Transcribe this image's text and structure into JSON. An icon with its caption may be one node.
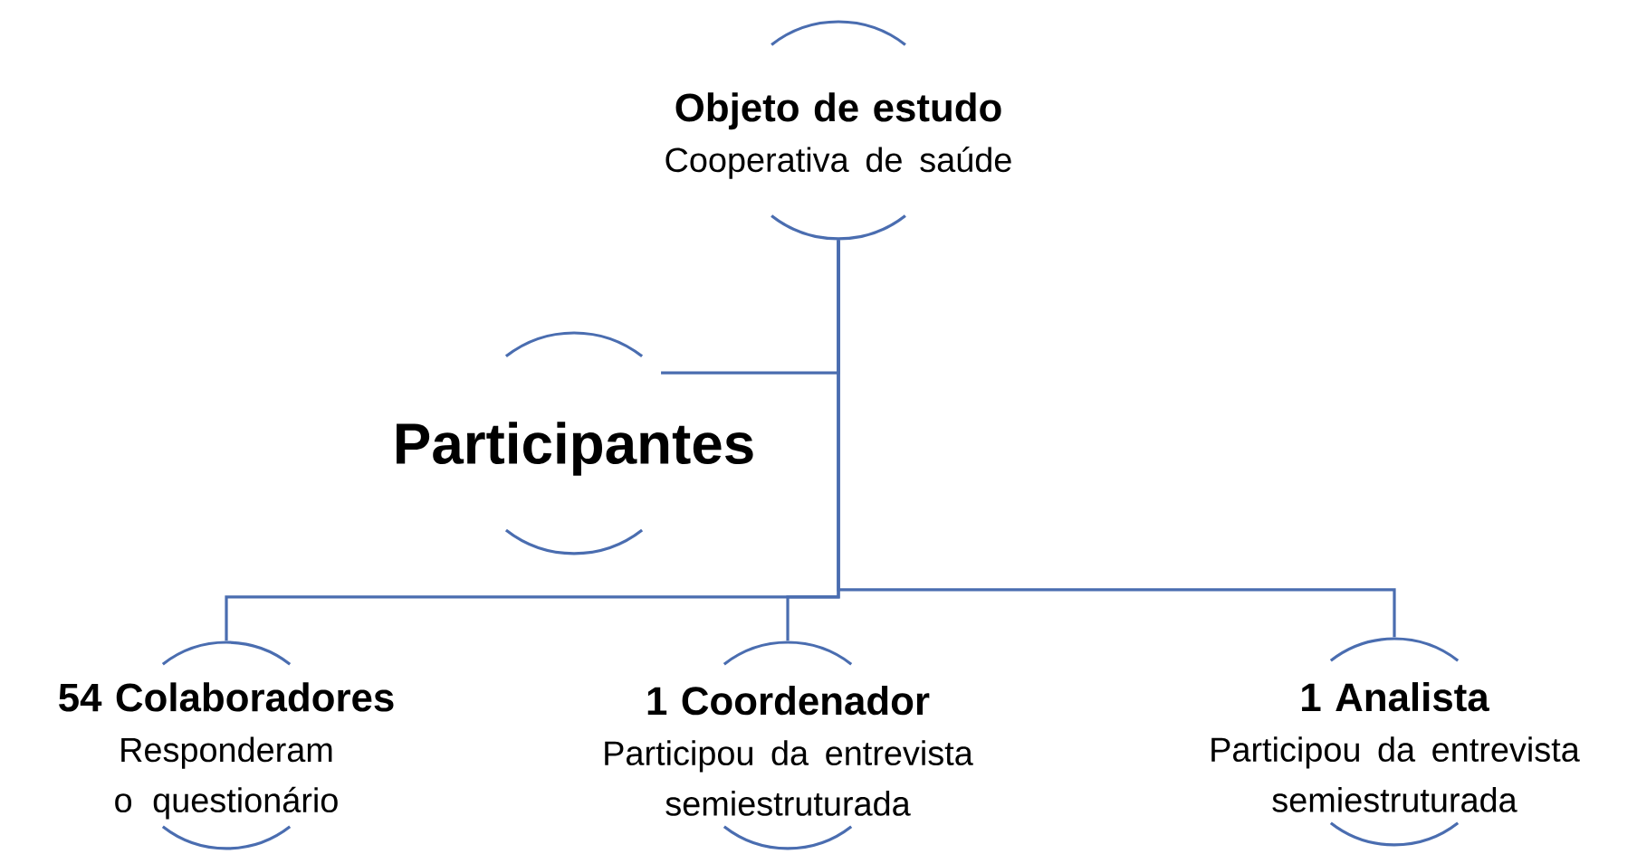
{
  "diagram": {
    "nodes": [
      {
        "text": [
          "Objeto de estudo",
          "Cooperativa de saúde"
        ]
      },
      {
        "text": [
          "Participantes"
        ]
      },
      {
        "text": [
          "54 Colaboradores",
          "Responderam o questionário"
        ]
      },
      {
        "text": [
          "1 Coordenador",
          "Participou da entrevista semiestruturada"
        ]
      },
      {
        "text": [
          "1 Analista",
          "Participou da entrevista semiestruturada"
        ]
      }
    ],
    "edges": [
      {
        "from": 0,
        "to": 1,
        "arrow": "none"
      },
      {
        "from": 0,
        "to": 2,
        "arrow": "none"
      },
      {
        "from": 0,
        "to": 3,
        "arrow": "none"
      },
      {
        "from": 0,
        "to": 4,
        "arrow": "none"
      }
    ]
  }
}
